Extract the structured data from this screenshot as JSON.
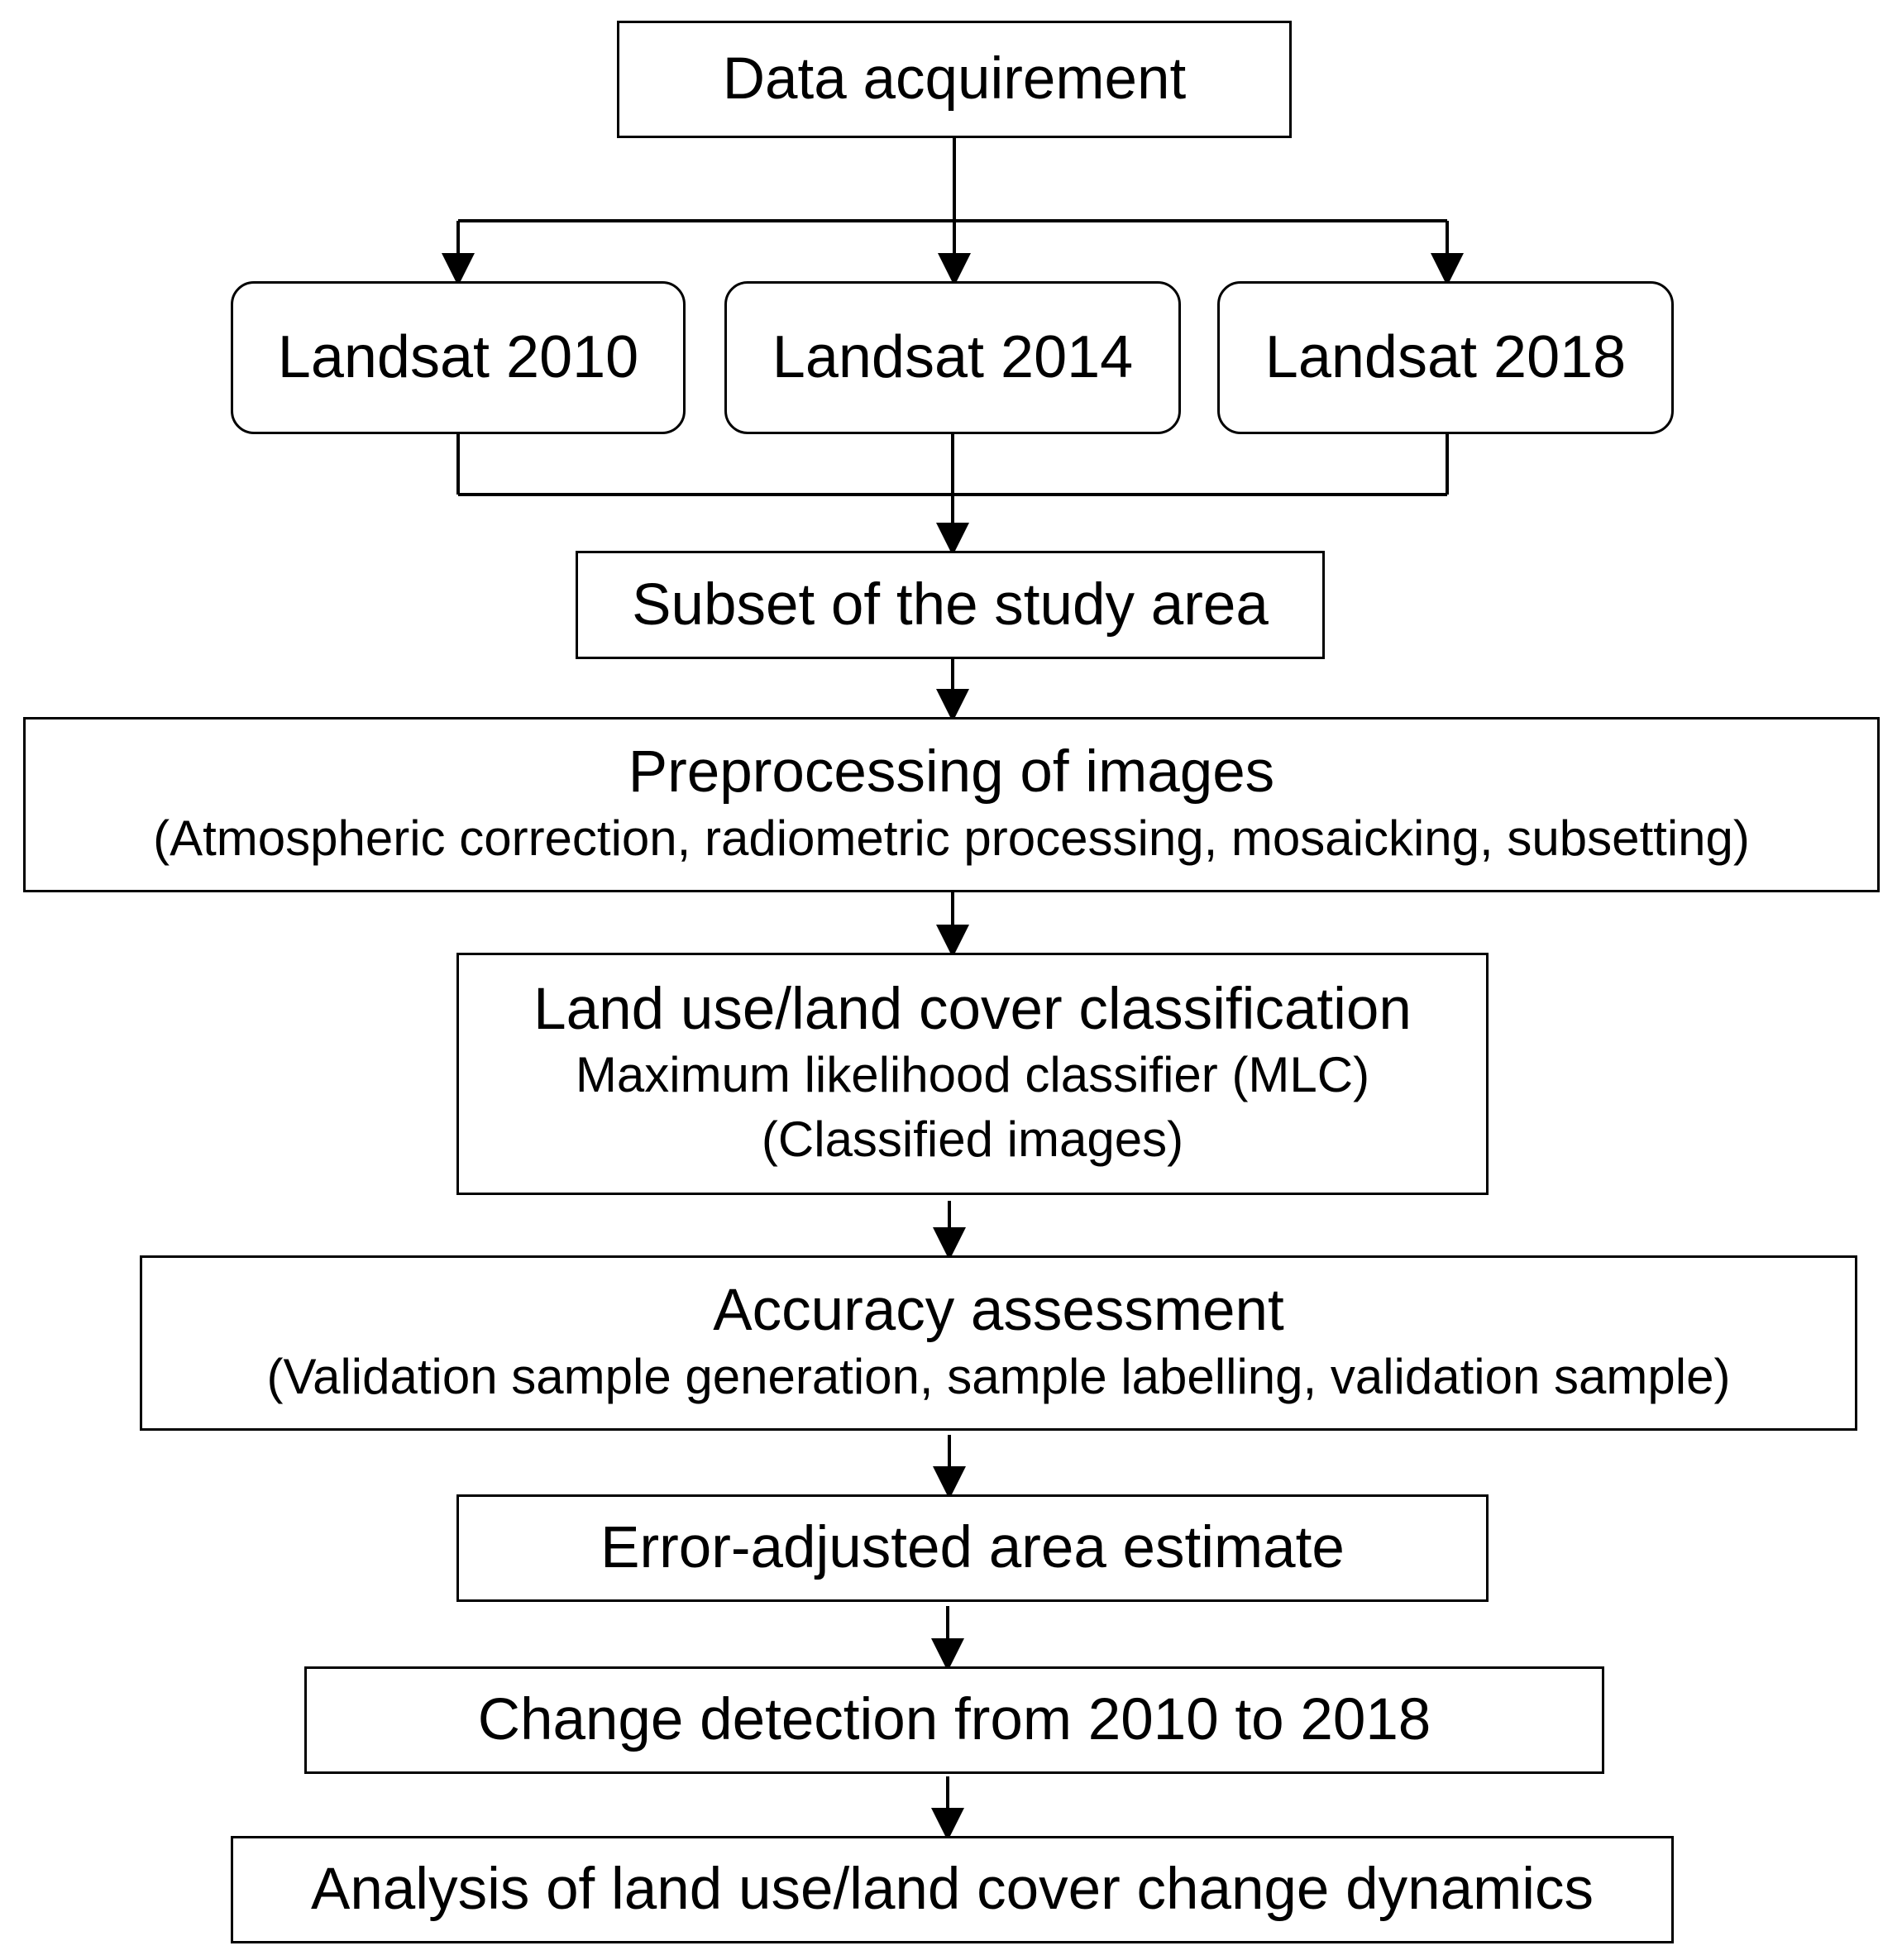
{
  "nodes": {
    "data_acquirement": "Data acquirement",
    "landsat_2010": "Landsat 2010",
    "landsat_2014": "Landsat 2014",
    "landsat_2018": "Landsat 2018",
    "subset": "Subset of the study area",
    "preprocessing": {
      "title": "Preprocessing of images",
      "detail": "(Atmospheric correction, radiometric processing, mosaicking, subsetting)"
    },
    "classification": {
      "title": "Land use/land cover classification",
      "method": "Maximum likelihood classifier (MLC)",
      "output": "(Classified images)"
    },
    "accuracy": {
      "title": "Accuracy assessment",
      "detail": "(Validation sample generation, sample labelling, validation sample)"
    },
    "error_adjusted": "Error-adjusted area estimate",
    "change_detection": "Change detection from 2010 to 2018",
    "analysis": "Analysis of land use/land cover change dynamics"
  },
  "edges": [
    {
      "from": "data_acquirement",
      "to": "landsat_2010"
    },
    {
      "from": "data_acquirement",
      "to": "landsat_2014"
    },
    {
      "from": "data_acquirement",
      "to": "landsat_2018"
    },
    {
      "from": "landsat_2010",
      "to": "subset"
    },
    {
      "from": "landsat_2014",
      "to": "subset"
    },
    {
      "from": "landsat_2018",
      "to": "subset"
    },
    {
      "from": "subset",
      "to": "preprocessing"
    },
    {
      "from": "preprocessing",
      "to": "classification"
    },
    {
      "from": "classification",
      "to": "accuracy"
    },
    {
      "from": "accuracy",
      "to": "error_adjusted"
    },
    {
      "from": "error_adjusted",
      "to": "change_detection"
    },
    {
      "from": "change_detection",
      "to": "analysis"
    }
  ]
}
